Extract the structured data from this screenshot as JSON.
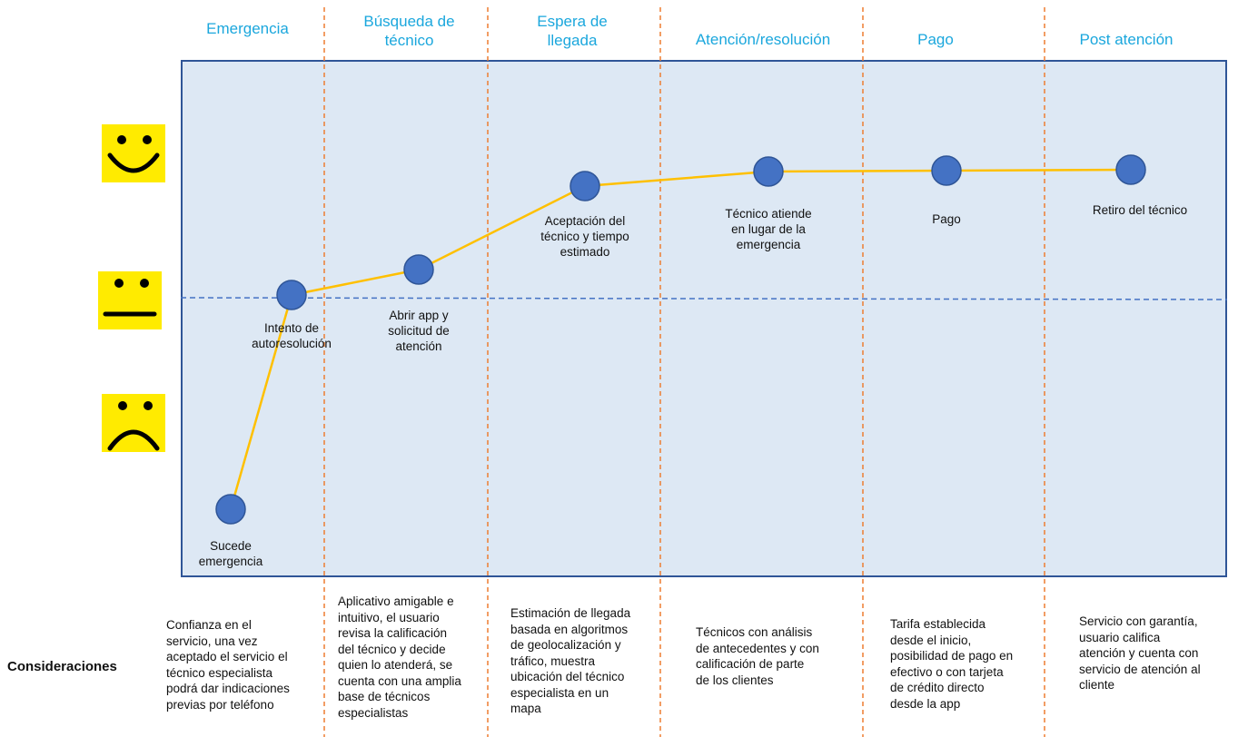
{
  "stages": [
    {
      "label": "Emergencia"
    },
    {
      "label": "Búsqueda de\ntécnico"
    },
    {
      "label": "Espera de\nllegada"
    },
    {
      "label": "Atención/resolución"
    },
    {
      "label": "Pago"
    },
    {
      "label": "Post atención"
    }
  ],
  "faces": [
    {
      "icon": "happy-face-icon",
      "level": "satisfied"
    },
    {
      "icon": "neutral-face-icon",
      "level": "neutral"
    },
    {
      "icon": "sad-face-icon",
      "level": "dissatisfied"
    }
  ],
  "points": [
    {
      "label": "Sucede\nemergencia",
      "level": "low"
    },
    {
      "label": "Intento de\nautoresolución",
      "level": "neutral"
    },
    {
      "label": "Abrir app y\nsolicitud de\natención",
      "level": "slightly above neutral"
    },
    {
      "label": "Aceptación del\ntécnico y tiempo\nestimado",
      "level": "high"
    },
    {
      "label": "Técnico atiende\nen lugar de la\nemergencia",
      "level": "high"
    },
    {
      "label": "Pago",
      "level": "high"
    },
    {
      "label": "Retiro del técnico",
      "level": "high"
    }
  ],
  "considerations": {
    "title": "Consideraciones",
    "items": [
      "Confianza en el\nservicio, una vez\naceptado el servicio el\ntécnico especialista\npodrá dar indicaciones\nprevias por teléfono",
      "Aplicativo amigable e\nintuitivo, el usuario\nrevisa la calificación\ndel técnico y decide\nquien lo atenderá, se\ncuenta con una amplia\nbase de técnicos\nespecialistas",
      "Estimación de llegada\nbasada en algoritmos\nde geolocalización y\ntráfico, muestra\nubicación del técnico\nespecialista en un\nmapa",
      "Técnicos con análisis\nde antecedentes y con\ncalificación de parte\nde los clientes",
      "Tarifa establecida\ndesde el inicio,\nposibilidad de pago en\nefectivo o con tarjeta\nde crédito directo\ndesde la app",
      "Servicio con garantía,\nusuario califica\natención y cuenta con\nservicio de atención al\ncliente"
    ]
  },
  "colors": {
    "stage_title": "#1ba7dd",
    "panel_fill": "#dde8f4",
    "panel_border": "#2f5597",
    "journey_line": "#ffc000",
    "point_fill": "#4472c4",
    "divider": "#ed7d31",
    "neutral_line": "#4472c4",
    "face_bg": "#ffeb00"
  }
}
